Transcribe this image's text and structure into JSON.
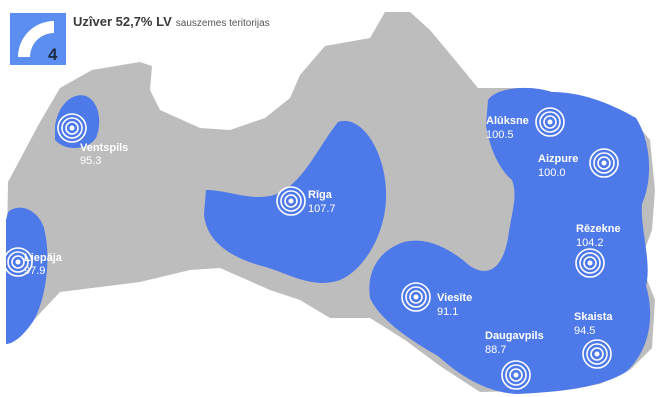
{
  "header": {
    "badge_number": "4",
    "title": "Uzîver 52,7% LV",
    "subtitle": "sauszemes teritorijas"
  },
  "colors": {
    "coverage_blue": "#4e79e8",
    "country_gray": "#bdbdbd",
    "badge_blue": "#5b8ef0"
  },
  "stations": [
    {
      "name": "Ventspils",
      "value": "95.3"
    },
    {
      "name": "Liepāja",
      "value": "97.9"
    },
    {
      "name": "Rīga",
      "value": "107.7"
    },
    {
      "name": "Alūksne",
      "value": "100.5"
    },
    {
      "name": "Aizpure",
      "value": "100.0"
    },
    {
      "name": "Rēzekne",
      "value": "104.2"
    },
    {
      "name": "Viesīte",
      "value": "91.1"
    },
    {
      "name": "Daugavpils",
      "value": "88.7"
    },
    {
      "name": "Skaista",
      "value": "94.5"
    }
  ]
}
